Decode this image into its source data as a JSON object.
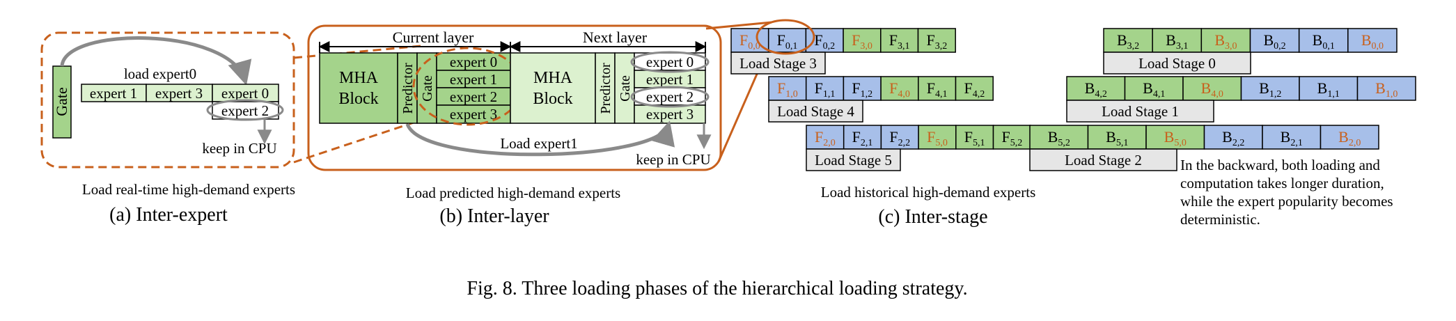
{
  "colors": {
    "green_dark": "#a4d38b",
    "green_light": "#dcf1cf",
    "blue": "#a7bfe9",
    "gray": "#e6e6e6",
    "orange": "#c8601c",
    "arrow_gray": "#8a8a8a"
  },
  "inter_expert": {
    "gate": "Gate",
    "load_label": "load expert0",
    "experts": [
      "expert 1",
      "expert 3",
      "expert 0"
    ],
    "kept_expert": "expert 2",
    "keep_label": "keep in CPU",
    "caption_small": "Load real-time high-demand experts",
    "caption": "(a) Inter-expert"
  },
  "inter_layer": {
    "current_layer": "Current layer",
    "next_layer": "Next layer",
    "mha_line1": "MHA",
    "mha_line2": "Block",
    "predictor": "Predictor",
    "gate": "Gate",
    "current_experts": [
      "expert 0",
      "expert 1",
      "expert 2",
      "expert 3"
    ],
    "next_experts": [
      "expert 0",
      "expert 1",
      "expert 2",
      "expert 3"
    ],
    "load_label": "Load expert1",
    "keep_label": "keep in CPU",
    "caption_small": "Load predicted high-demand experts",
    "caption": "(b) Inter-layer"
  },
  "inter_stage": {
    "forward_rows": [
      [
        {
          "b": "F",
          "s": "0,0",
          "c": "blue",
          "o": true
        },
        {
          "b": "F",
          "s": "0,1",
          "c": "blue",
          "o": false
        },
        {
          "b": "F",
          "s": "0,2",
          "c": "blue",
          "o": false
        },
        {
          "b": "F",
          "s": "3,0",
          "c": "green",
          "o": true
        },
        {
          "b": "F",
          "s": "3,1",
          "c": "green",
          "o": false
        },
        {
          "b": "F",
          "s": "3,2",
          "c": "green",
          "o": false
        }
      ],
      [
        {
          "b": "F",
          "s": "1,0",
          "c": "blue",
          "o": true
        },
        {
          "b": "F",
          "s": "1,1",
          "c": "blue",
          "o": false
        },
        {
          "b": "F",
          "s": "1,2",
          "c": "blue",
          "o": false
        },
        {
          "b": "F",
          "s": "4,0",
          "c": "green",
          "o": true
        },
        {
          "b": "F",
          "s": "4,1",
          "c": "green",
          "o": false
        },
        {
          "b": "F",
          "s": "4,2",
          "c": "green",
          "o": false
        }
      ],
      [
        {
          "b": "F",
          "s": "2,0",
          "c": "blue",
          "o": true
        },
        {
          "b": "F",
          "s": "2,1",
          "c": "blue",
          "o": false
        },
        {
          "b": "F",
          "s": "2,2",
          "c": "blue",
          "o": false
        },
        {
          "b": "F",
          "s": "5,0",
          "c": "green",
          "o": true
        },
        {
          "b": "F",
          "s": "5,1",
          "c": "green",
          "o": false
        },
        {
          "b": "F",
          "s": "5,2",
          "c": "green",
          "o": false
        }
      ]
    ],
    "forward_stages": [
      "Load Stage 3",
      "Load Stage 4",
      "Load Stage 5"
    ],
    "backward_rows": [
      [
        {
          "b": "B",
          "s": "3,2",
          "c": "green",
          "o": false
        },
        {
          "b": "B",
          "s": "3,1",
          "c": "green",
          "o": false
        },
        {
          "b": "B",
          "s": "3,0",
          "c": "green",
          "o": true
        },
        {
          "b": "B",
          "s": "0,2",
          "c": "blue",
          "o": false
        },
        {
          "b": "B",
          "s": "0,1",
          "c": "blue",
          "o": false
        },
        {
          "b": "B",
          "s": "0,0",
          "c": "blue",
          "o": true
        }
      ],
      [
        {
          "b": "B",
          "s": "4,2",
          "c": "green",
          "o": false
        },
        {
          "b": "B",
          "s": "4,1",
          "c": "green",
          "o": false
        },
        {
          "b": "B",
          "s": "4,0",
          "c": "green",
          "o": true
        },
        {
          "b": "B",
          "s": "1,2",
          "c": "blue",
          "o": false
        },
        {
          "b": "B",
          "s": "1,1",
          "c": "blue",
          "o": false
        },
        {
          "b": "B",
          "s": "1,0",
          "c": "blue",
          "o": true
        }
      ],
      [
        {
          "b": "B",
          "s": "5,2",
          "c": "green",
          "o": false
        },
        {
          "b": "B",
          "s": "5,1",
          "c": "green",
          "o": false
        },
        {
          "b": "B",
          "s": "5,0",
          "c": "green",
          "o": true
        },
        {
          "b": "B",
          "s": "2,2",
          "c": "blue",
          "o": false
        },
        {
          "b": "B",
          "s": "2,1",
          "c": "blue",
          "o": false
        },
        {
          "b": "B",
          "s": "2,0",
          "c": "blue",
          "o": true
        }
      ]
    ],
    "backward_stages": [
      "Load Stage 0",
      "Load Stage 1",
      "Load Stage 2"
    ],
    "note_lines": [
      "In the backward, both loading and",
      "computation takes longer duration,",
      "while the expert popularity becomes",
      "deterministic."
    ],
    "caption_small": "Load historical high-demand experts",
    "caption": "(c) Inter-stage"
  },
  "figure_caption": "Fig. 8.  Three loading phases of the hierarchical loading strategy."
}
